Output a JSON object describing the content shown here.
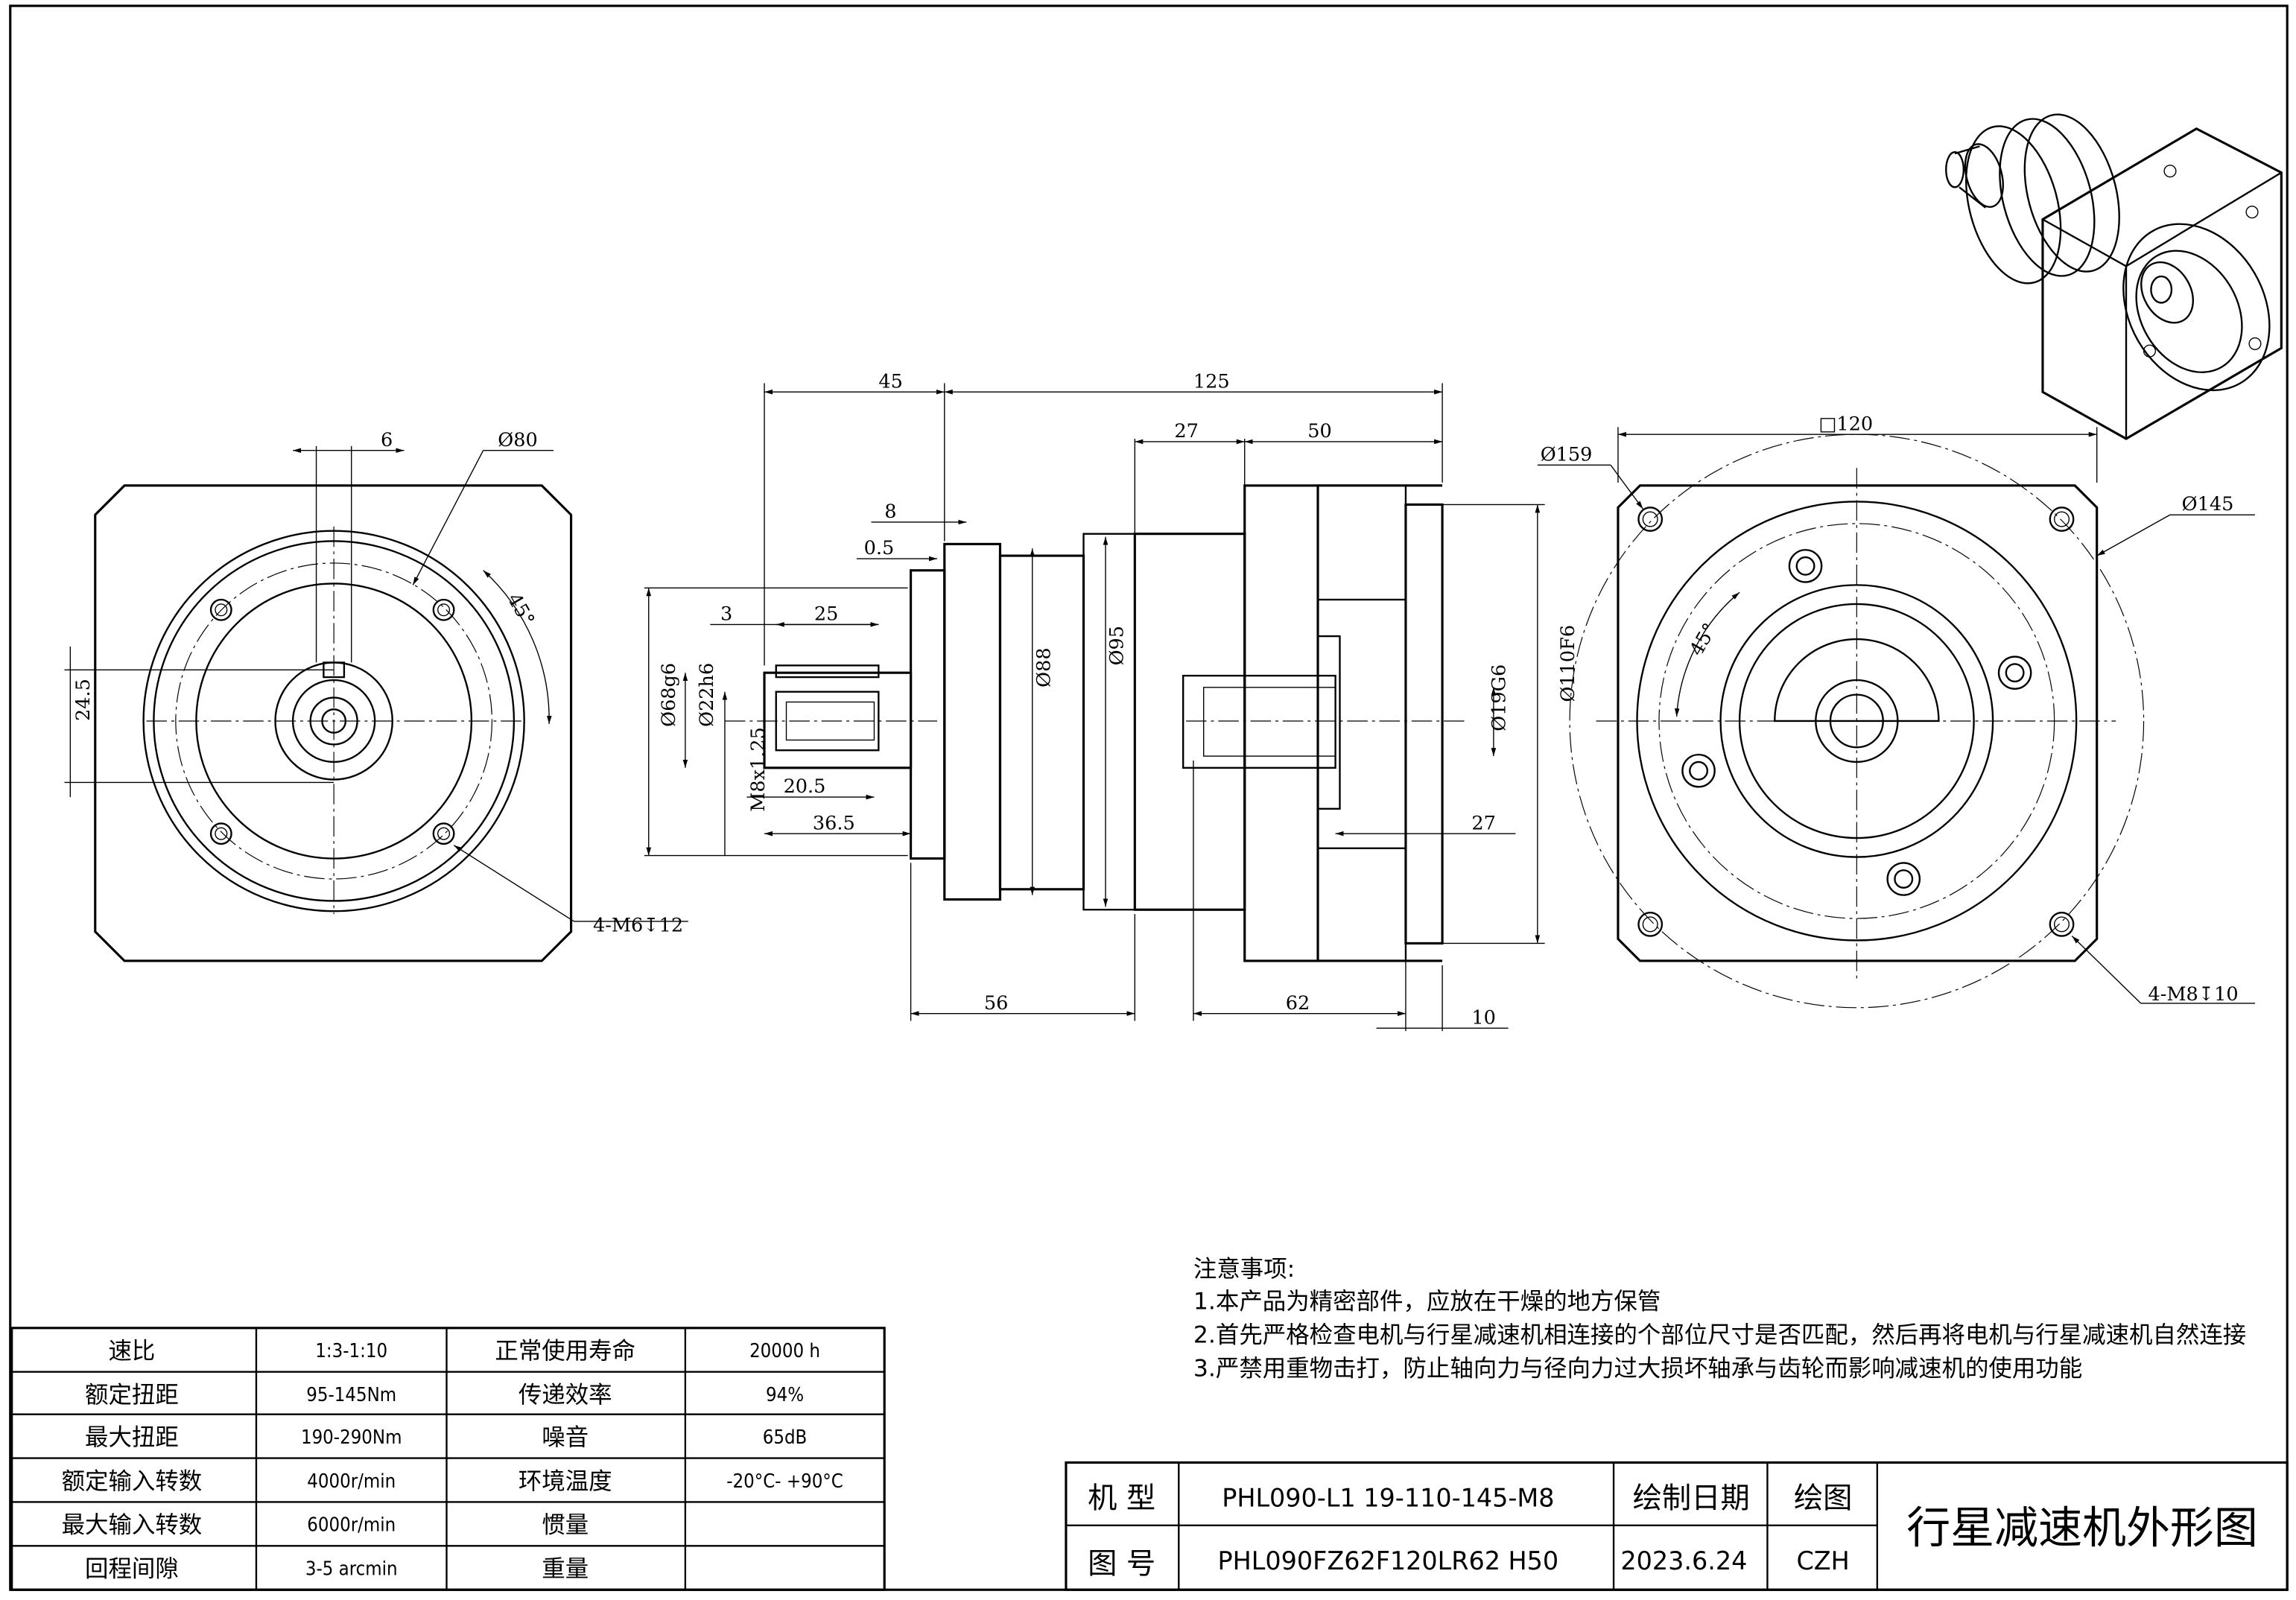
{
  "drawing": {
    "front_view": {
      "keyway_width": "6",
      "pcd": "Ø80",
      "angle": "45°",
      "key_height": "24.5",
      "holes": "4-M6↧12"
    },
    "side_view": {
      "d45": "45",
      "d125": "125",
      "d27": "27",
      "d50": "50",
      "d8": "8",
      "d05": "0.5",
      "d3": "3",
      "d25": "25",
      "dia68": "Ø68g6",
      "dia22": "Ø22h6",
      "thread": "M8x1.25",
      "d205": "20.5",
      "d365": "36.5",
      "dia88": "Ø88",
      "dia95": "Ø95",
      "dia19": "Ø19G6",
      "dia110": "Ø110F6",
      "d27b": "27",
      "d56": "56",
      "d62": "62",
      "d10": "10"
    },
    "rear_view": {
      "dia159": "Ø159",
      "square": "□120",
      "dia145": "Ø145",
      "angle": "45°",
      "holes": "4-M8↧10"
    }
  },
  "notes": {
    "title": "注意事项:",
    "items": [
      "1.本产品为精密部件，应放在干燥的地方保管",
      "2.首先严格检查电机与行星减速机相连接的个部位尺寸是否匹配，然后再将电机与行星减速机自然连接",
      "3.严禁用重物击打，防止轴向力与径向力过大损坏轴承与齿轮而影响减速机的使用功能"
    ]
  },
  "specs": [
    {
      "label": "速比",
      "value": "1:3-1:10",
      "label2": "正常使用寿命",
      "value2": "20000 h"
    },
    {
      "label": "额定扭距",
      "value": "95-145Nm",
      "label2": "传递效率",
      "value2": "94%"
    },
    {
      "label": "最大扭距",
      "value": "190-290Nm",
      "label2": "噪音",
      "value2": "65dB"
    },
    {
      "label": "额定输入转数",
      "value": "4000r/min",
      "label2": "环境温度",
      "value2": "-20°C- +90°C"
    },
    {
      "label": "最大输入转数",
      "value": "6000r/min",
      "label2": "惯量",
      "value2": ""
    },
    {
      "label": "回程间隙",
      "value": "3-5 arcmin",
      "label2": "重量",
      "value2": ""
    }
  ],
  "title_block": {
    "model_label": "机 型",
    "model": "PHL090-L1 19-110-145-M8",
    "drawing_no_label": "图 号",
    "drawing_no": "PHL090FZ62F120LR62 H50",
    "date_label": "绘制日期",
    "date": "2023.6.24",
    "drawn_label": "绘图",
    "drawn_by": "CZH",
    "title": "行星减速机外形图"
  }
}
